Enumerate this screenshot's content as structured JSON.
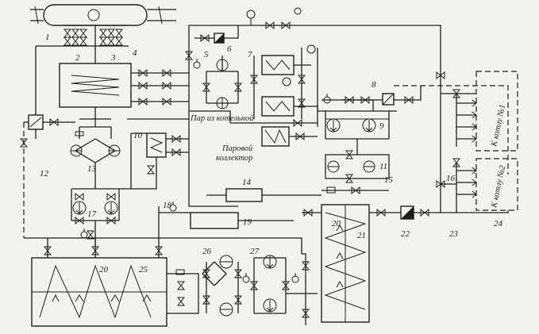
{
  "labels": {
    "steam_from_boiler": "Пар из котельной",
    "steam_collector_1": "Паровой",
    "steam_collector_2": "коллектор",
    "to_boiler_1": "К котлу №1",
    "to_boiler_2": "К котлу №2"
  },
  "numbers": {
    "n1": "1",
    "n2": "2",
    "n3": "3",
    "n4": "4",
    "n5": "5",
    "n6": "6",
    "n7": "7",
    "n8": "8",
    "n9": "9",
    "n10": "10",
    "n11": "11",
    "n12": "12",
    "n13": "13",
    "n14": "14",
    "n15": "15",
    "n16": "16",
    "n17": "17",
    "n18": "18",
    "n19": "19",
    "n20a": "20",
    "n20b": "20",
    "n21": "21",
    "n22": "22",
    "n23": "23",
    "n24": "24",
    "n25": "25",
    "n26": "26",
    "n27": "27"
  }
}
